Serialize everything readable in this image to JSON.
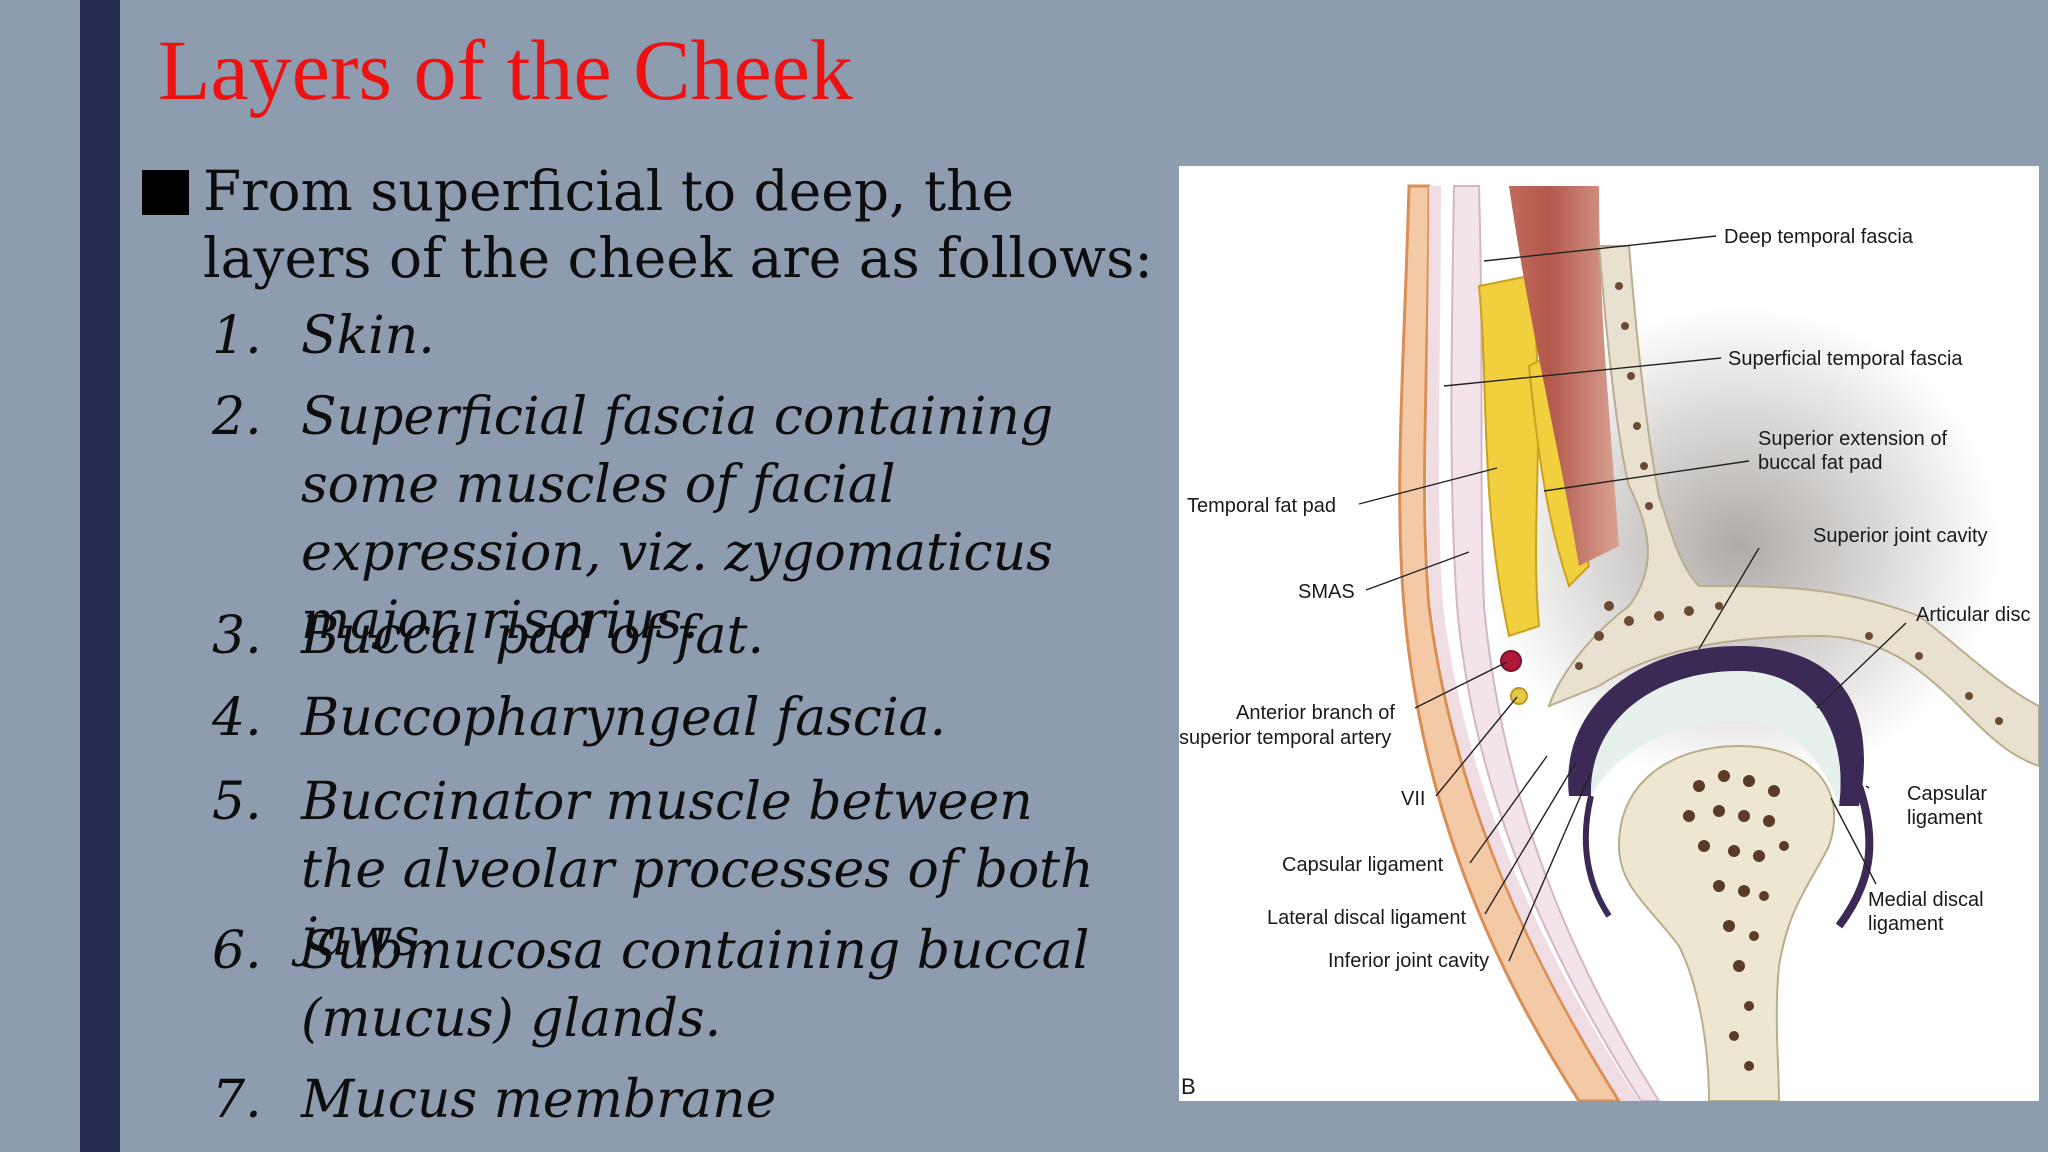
{
  "slide": {
    "title": "Layers of the Cheek",
    "intro": "From superficial to deep, the layers of the cheek are as follows:",
    "items": [
      {
        "num": "1.",
        "text": "Skin."
      },
      {
        "num": "2.",
        "text": "Superficial fascia containing some muscles of facial expression, viz. zygomaticus major, risorius."
      },
      {
        "num": "3.",
        "text": "Buccal pad of fat."
      },
      {
        "num": "4.",
        "text": "Buccopharyngeal fascia."
      },
      {
        "num": "5.",
        "text": "Buccinator muscle between the alveolar processes of both jaws."
      },
      {
        "num": "6.",
        "text": "Submucosa containing buccal (mucus) glands."
      },
      {
        "num": "7.",
        "text": "Mucus membrane"
      }
    ],
    "colors": {
      "background": "#8e9cb0",
      "side_bar": "#252a50",
      "title": "#ee1111"
    }
  },
  "figure": {
    "panel_label": "B",
    "labels": {
      "deep_temporal_fascia": "Deep temporal fascia",
      "superficial_temporal_fascia": "Superficial temporal fascia",
      "superior_extension_1": "Superior extension of",
      "superior_extension_2": "buccal fat pad",
      "temporal_fat_pad": "Temporal fat pad",
      "superior_joint_cavity": "Superior joint cavity",
      "smas": "SMAS",
      "articular_disc": "Articular disc",
      "anterior_branch_1": "Anterior branch of",
      "anterior_branch_2": "superior temporal artery",
      "vii": "VII",
      "capsular_ligament_right_1": "Capsular",
      "capsular_ligament_right_2": "ligament",
      "capsular_ligament_left": "Capsular ligament",
      "medial_discal_1": "Medial discal",
      "medial_discal_2": "ligament",
      "lateral_discal_ligament": "Lateral discal ligament",
      "inferior_joint_cavity": "Inferior joint cavity"
    }
  }
}
